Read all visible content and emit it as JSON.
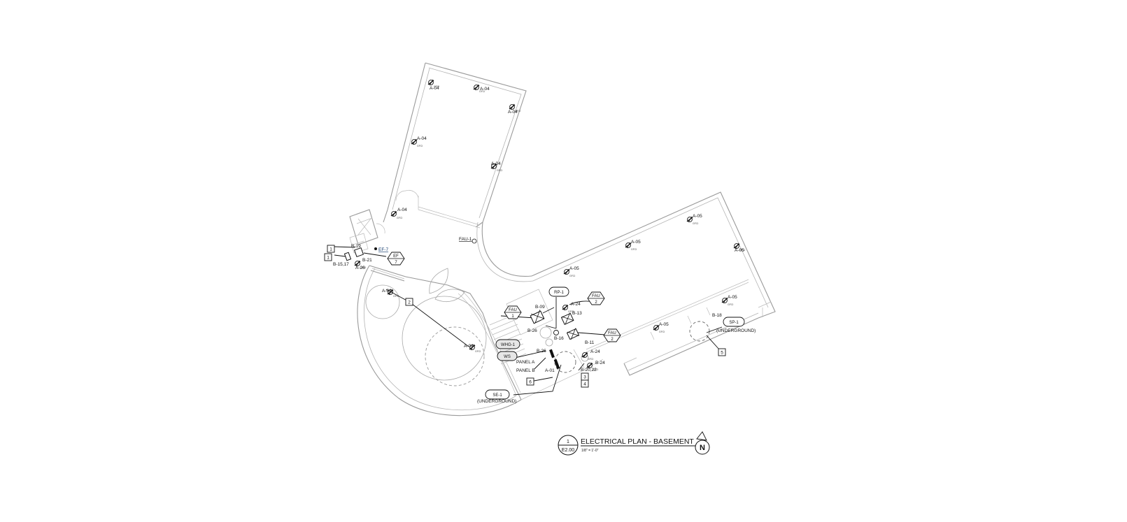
{
  "drawing": {
    "title": "ELECTRICAL PLAN - BASEMENT",
    "scale": "1/8\" = 1'-0\"",
    "detail_number": "1",
    "sheet_number": "E2.00",
    "north_arrow_label": "N"
  },
  "receptacles": [
    {
      "circuit": "A-04",
      "type": "GFCI"
    },
    {
      "circuit": "A-04",
      "type": "GFCI"
    },
    {
      "circuit": "A-04",
      "type": "GFCI"
    },
    {
      "circuit": "A-04",
      "type": "GFCI"
    },
    {
      "circuit": "A-04",
      "type": "GFCI"
    },
    {
      "circuit": "A-04",
      "type": "GFCI"
    },
    {
      "circuit": "A-05",
      "type": "GFCI"
    },
    {
      "circuit": "A-05",
      "type": "GFCI"
    },
    {
      "circuit": "A-05",
      "type": "GFCI"
    },
    {
      "circuit": "A-05",
      "type": "GFCI"
    },
    {
      "circuit": "A-05",
      "type": "GFCI"
    },
    {
      "circuit": "A-05",
      "type": "GFCI"
    },
    {
      "circuit": "A-04",
      "type": "GFCI"
    },
    {
      "circuit": "A-04",
      "type": "GFCI"
    },
    {
      "circuit": "A-24",
      "type": "GFCI"
    },
    {
      "circuit": "A-24",
      "type": "GFCI"
    },
    {
      "circuit": "B-24",
      "type": "GFCI"
    },
    {
      "circuit": "A-26",
      "type": "GFCI"
    }
  ],
  "circuit_labels": {
    "b19": "B-19",
    "b21": "B-21",
    "b1517": "B-15,17",
    "b09": "B-09",
    "b13": "B-13",
    "b16": "B-16",
    "b11": "B-11",
    "b26a": "B-26",
    "b26b": "B-26",
    "b2022": "B-20,22",
    "a01": "A-01",
    "b18": "B-18",
    "ef7": "EF-7",
    "fau1": "FAU-1"
  },
  "equipment": {
    "rp1": "RP-1",
    "whg1": "WHG-1",
    "ws": "WS",
    "se1": "SE-1",
    "se1_note": "(UNDERGROUND)",
    "sp1": "SP-1",
    "sp1_note": "(UNDERGROUND)",
    "panel_a": "PANEL A",
    "panel_b": "PANEL B"
  },
  "hex_tags": [
    {
      "label": "EF",
      "number": "7"
    },
    {
      "label": "FAU",
      "number": "1"
    },
    {
      "label": "FAU",
      "number": "2"
    },
    {
      "label": "FAU",
      "number": "2"
    }
  ],
  "keynotes": [
    "1",
    "1",
    "2",
    "3",
    "4",
    "5",
    "6"
  ]
}
